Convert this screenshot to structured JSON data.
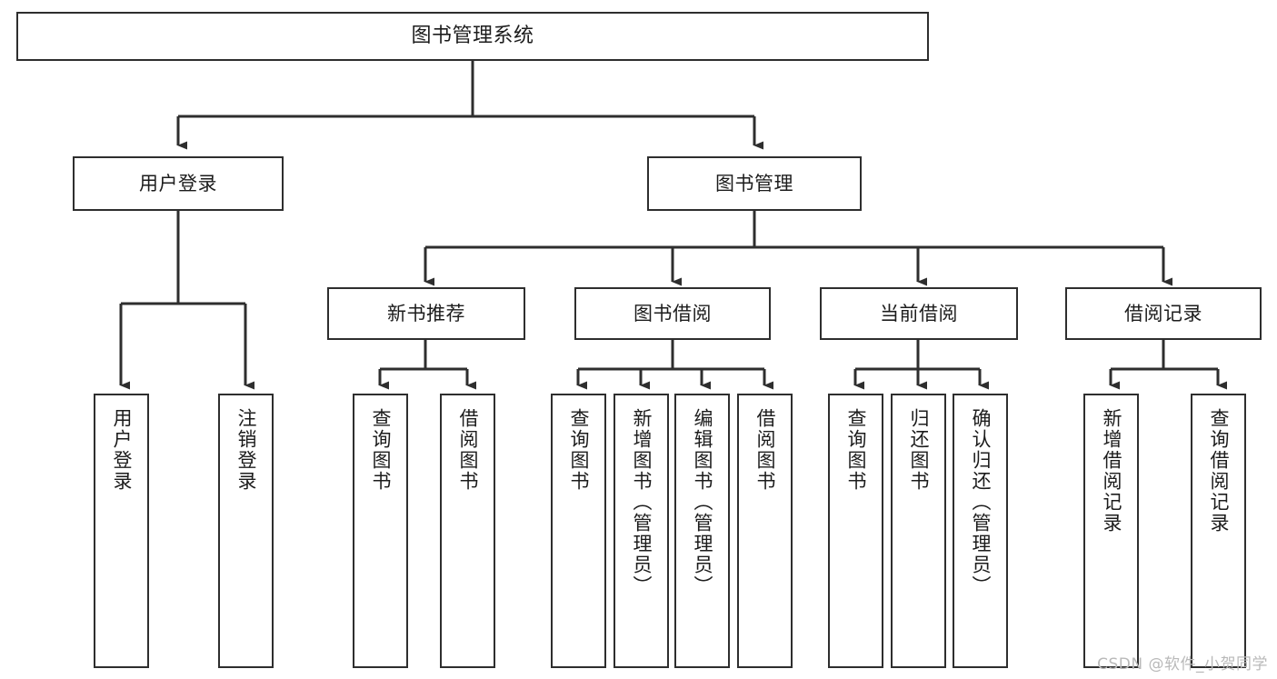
{
  "diagram": {
    "title": "图书管理系统",
    "type": "tree",
    "background_color": "#ffffff",
    "line_color": "#2e2e2e",
    "box_fill": "#ffffff",
    "box_border": "#2e2e2e"
  },
  "nodes": {
    "root": {
      "label": "图书管理系统"
    },
    "level2": [
      {
        "label": "用户登录"
      },
      {
        "label": "图书管理"
      }
    ],
    "level3": [
      {
        "label": "新书推荐"
      },
      {
        "label": "图书借阅"
      },
      {
        "label": "当前借阅"
      },
      {
        "label": "借阅记录"
      }
    ],
    "leaves": {
      "user_login": [
        {
          "label": "用户登录"
        },
        {
          "label": "注销登录"
        }
      ],
      "new_books": [
        {
          "label": "查询图书"
        },
        {
          "label": "借阅图书"
        }
      ],
      "book_borrow": [
        {
          "label": "查询图书"
        },
        {
          "label": "新增图书（管理员）"
        },
        {
          "label": "编辑图书（管理员）"
        },
        {
          "label": "借阅图书"
        }
      ],
      "current_borrow": [
        {
          "label": "查询图书"
        },
        {
          "label": "归还图书"
        },
        {
          "label": "确认归还（管理员）"
        }
      ],
      "borrow_records": [
        {
          "label": "新增借阅记录"
        },
        {
          "label": "查询借阅记录"
        }
      ]
    }
  },
  "watermark": {
    "text": "CSDN @软件_小贺同学"
  }
}
